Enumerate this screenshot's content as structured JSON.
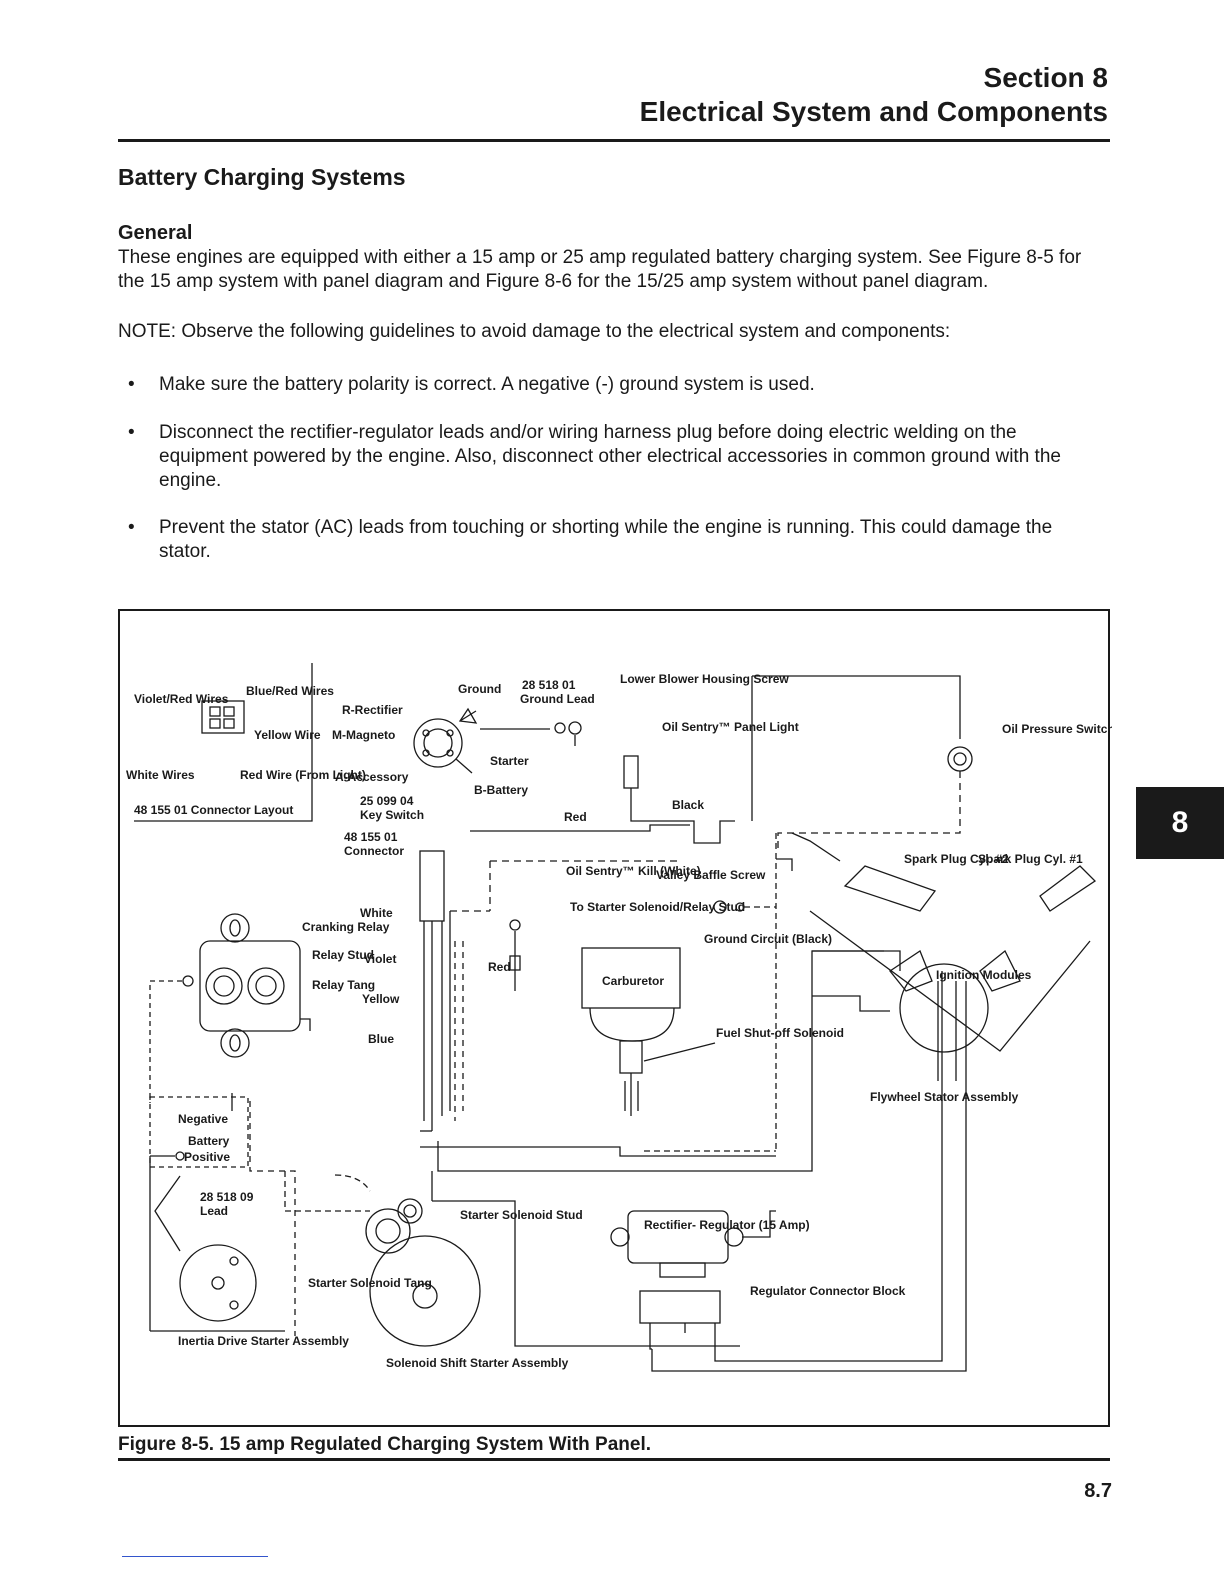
{
  "header": {
    "section": "Section 8",
    "title": "Electrical System and Components"
  },
  "heading": "Battery Charging Systems",
  "subheading": "General",
  "intro": "These engines are equipped with either a 15 amp or 25 amp regulated battery charging system. See Figure 8-5 for the 15 amp system with panel diagram and Figure 8-6 for the 15/25 amp system without panel diagram.",
  "note": "NOTE:   Observe the following guidelines to avoid damage to the electrical system and components:",
  "bullets": [
    "Make sure the battery polarity is correct. A negative (-) ground system is used.",
    "Disconnect the rectifier-regulator leads and/or wiring harness plug before doing electric welding on the equipment powered by the engine. Also, disconnect other electrical accessories in common ground with the engine.",
    "Prevent the stator (AC) leads from touching or shorting while the engine is running. This could damage the stator."
  ],
  "figure": {
    "caption": "Figure 8-5. 15 amp Regulated Charging System With Panel.",
    "labels": {
      "violet_red_wires": "Violet/Red Wires",
      "blue_red_wires": "Blue/Red Wires",
      "yellow_wire": "Yellow Wire",
      "white_wires": "White Wires",
      "red_wire_light": "Red Wire (From Light)",
      "connector_layout": "48 155 01 Connector Layout",
      "r_rectifier": "R-Rectifier",
      "m_magneto": "M-Magneto",
      "a_accessory": "A-Accessory",
      "ground": "Ground",
      "ground_lead_pn": "28 518 01",
      "ground_lead": "Ground Lead",
      "lower_blower": "Lower Blower Housing Screw",
      "starter": "Starter",
      "b_battery": "B-Battery",
      "key_switch_pn": "25 099 04",
      "key_switch": "Key Switch",
      "oil_sentry_light": "Oil Sentry™ Panel Light",
      "black": "Black",
      "red": "Red",
      "connector_pn": "48 155 01",
      "connector": "Connector",
      "oil_sentry_kill": "Oil Sentry™ Kill (White)",
      "valley_baffle": "Valley Baffle Screw",
      "to_starter": "To Starter Solenoid/Relay Stud",
      "white": "White",
      "cranking_relay": "Cranking Relay",
      "relay_stud": "Relay Stud",
      "relay_tang": "Relay Tang",
      "violet": "Violet",
      "yellow": "Yellow",
      "blue": "Blue",
      "red2": "Red",
      "carburetor": "Carburetor",
      "ground_circuit": "Ground Circuit (Black)",
      "fuel_solenoid": "Fuel Shut-off Solenoid",
      "oil_pressure": "Oil Pressure Switch",
      "spark_plug_2": "Spark Plug Cyl. #2",
      "spark_plug_1": "Spark Plug Cyl. #1",
      "ignition_modules": "Ignition Modules",
      "flywheel_stator": "Flywheel Stator Assembly",
      "negative": "Negative",
      "battery": "Battery",
      "positive": "Positive",
      "lead_pn": "28 518 09",
      "lead": "Lead",
      "inertia_drive": "Inertia Drive Starter Assembly",
      "starter_solenoid_stud": "Starter Solenoid Stud",
      "starter_solenoid_tang": "Starter Solenoid Tang",
      "solenoid_shift": "Solenoid Shift Starter Assembly",
      "rectifier_regulator": "Rectifier- Regulator (15 Amp)",
      "regulator_connector": "Regulator Connector Block"
    }
  },
  "page_number": "8.7",
  "side_tab": "8"
}
